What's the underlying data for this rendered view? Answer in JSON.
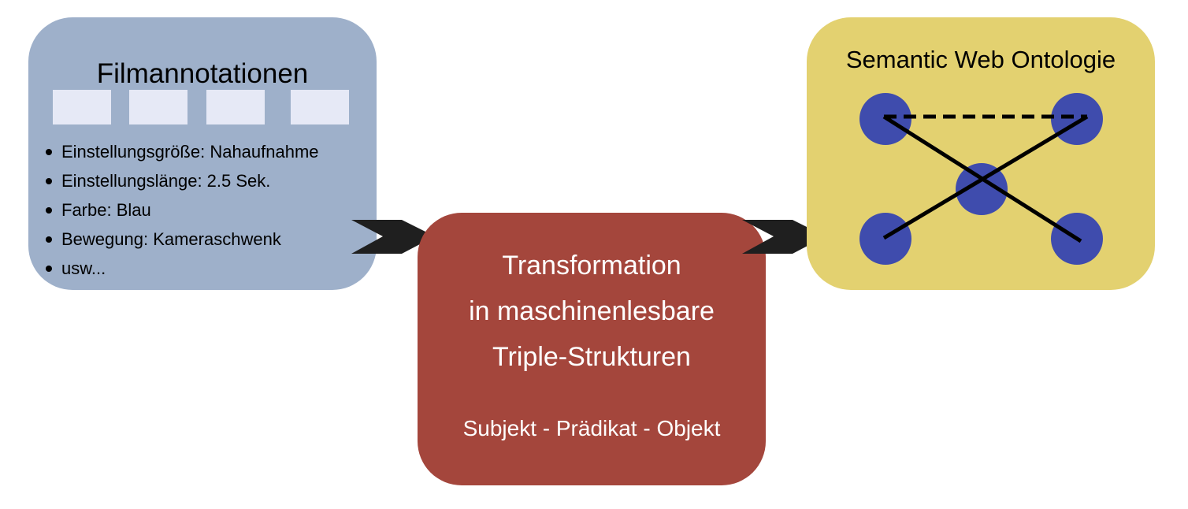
{
  "annotations": {
    "title": "Filmannotationen",
    "items": [
      "Einstellungsgröße: Nahaufnahme",
      "Einstellungslänge: 2.5 Sek.",
      "Farbe: Blau",
      "Bewegung: Kameraschwenk",
      "usw..."
    ]
  },
  "transformation": {
    "lines": [
      "Transformation",
      "in maschinenlesbare",
      "Triple-Strukturen"
    ],
    "triple": "Subjekt - Prädikat - Objekt"
  },
  "ontology": {
    "title": "Semantic Web Ontologie"
  },
  "colors": {
    "annotations_box": "#9eb0ca",
    "transformation_box": "#a4463c",
    "ontology_box": "#e3d170",
    "node": "#3f4cad",
    "arrow": "#1f1f1f",
    "thumbnail": "#e6e9f6"
  }
}
